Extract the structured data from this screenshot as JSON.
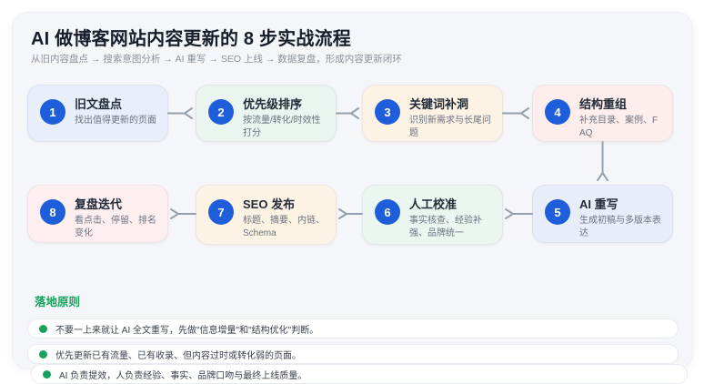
{
  "header": {
    "title": "AI 做博客网站内容更新的 8 步实战流程",
    "subtitle": "从旧内容盘点 → 搜索意图分析 → AI 重写 → SEO 上线 → 数据复盘，形成内容更新闭环"
  },
  "steps": [
    {
      "num": "1",
      "title": "旧文盘点",
      "desc": "找出值得更新的页面",
      "bg": "#e8effb"
    },
    {
      "num": "2",
      "title": "优先级排序",
      "desc": "按流量/转化/时效性打分",
      "bg": "#eaf5ef"
    },
    {
      "num": "3",
      "title": "关键词补洞",
      "desc": "识别新需求与长尾问题",
      "bg": "#fdf3e4"
    },
    {
      "num": "4",
      "title": "结构重组",
      "desc": "补充目录、案例、FAQ",
      "bg": "#fdeded"
    },
    {
      "num": "5",
      "title": "AI 重写",
      "desc": "生成初稿与多版本表达",
      "bg": "#e9edfa"
    },
    {
      "num": "6",
      "title": "人工校准",
      "desc": "事实核查、经验补强、品牌统一",
      "bg": "#ecf6f0"
    },
    {
      "num": "7",
      "title": "SEO 发布",
      "desc": "标题、摘要、内链、Schema",
      "bg": "#fdf3e4"
    },
    {
      "num": "8",
      "title": "复盘迭代",
      "desc": "看点击、停留、排名变化",
      "bg": "#fdeff0"
    }
  ],
  "principles": {
    "heading": "落地原则",
    "items": [
      "不要一上来就让 AI 全文重写，先做\"信息增量\"和\"结构优化\"判断。",
      "优先更新已有流量、已有收录、但内容过时或转化弱的页面。",
      "AI 负责提效，人负责经验、事实、品牌口吻与最终上线质量。"
    ]
  },
  "colors": {
    "card_bg": "#f5f6f9",
    "step_badge": "#1e5eda",
    "connector": "#93a0ad",
    "principle_green": "#17a35f",
    "title_text": "#171e2b",
    "subtitle_text": "#8a919d"
  }
}
